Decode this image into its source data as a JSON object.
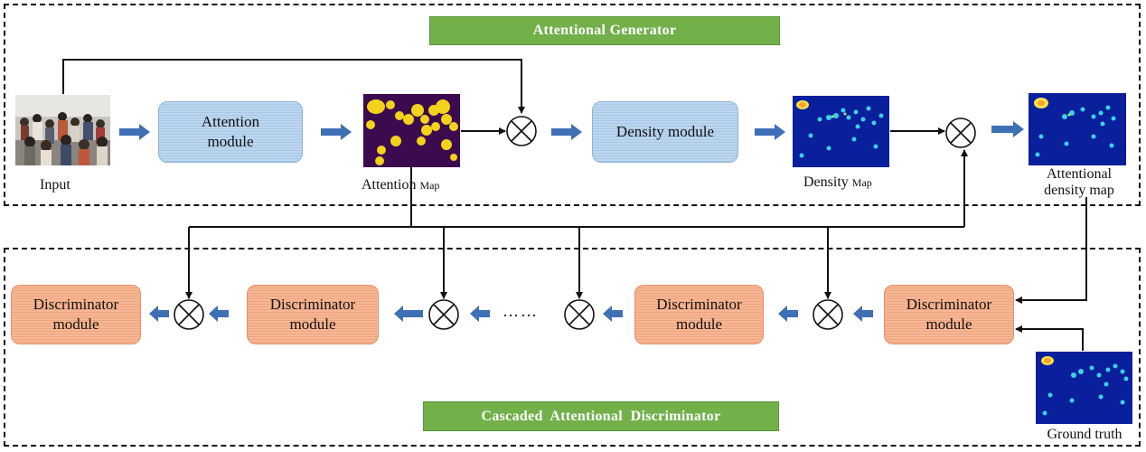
{
  "generator": {
    "title": "Attentional Generator",
    "input_label": "Input",
    "attention_module": "Attention module",
    "attention_map_label_main": "Attention",
    "attention_map_label_small": "Map",
    "density_module": "Density module",
    "density_map_label_main": "Density",
    "density_map_label_small": "Map",
    "attentional_density_map_label": [
      "Attentional",
      "density map"
    ]
  },
  "discriminator": {
    "title": "Cascaded  Attentional  Discriminator",
    "modules": [
      "Discriminator module",
      "Discriminator module",
      "Discriminator module",
      "Discriminator module"
    ],
    "ellipsis": "……",
    "ground_truth_label": "Ground truth"
  },
  "colors": {
    "banner_green": "#72b04a",
    "generator_module_blue": "#bcd6ef",
    "discriminator_module_orange": "#f6b796",
    "arrow_blue": "#3f6fb5",
    "attention_map_bg": "#3c0a4e",
    "attention_blob": "#f2d21b",
    "density_map_bg": "#0a1f9c"
  }
}
